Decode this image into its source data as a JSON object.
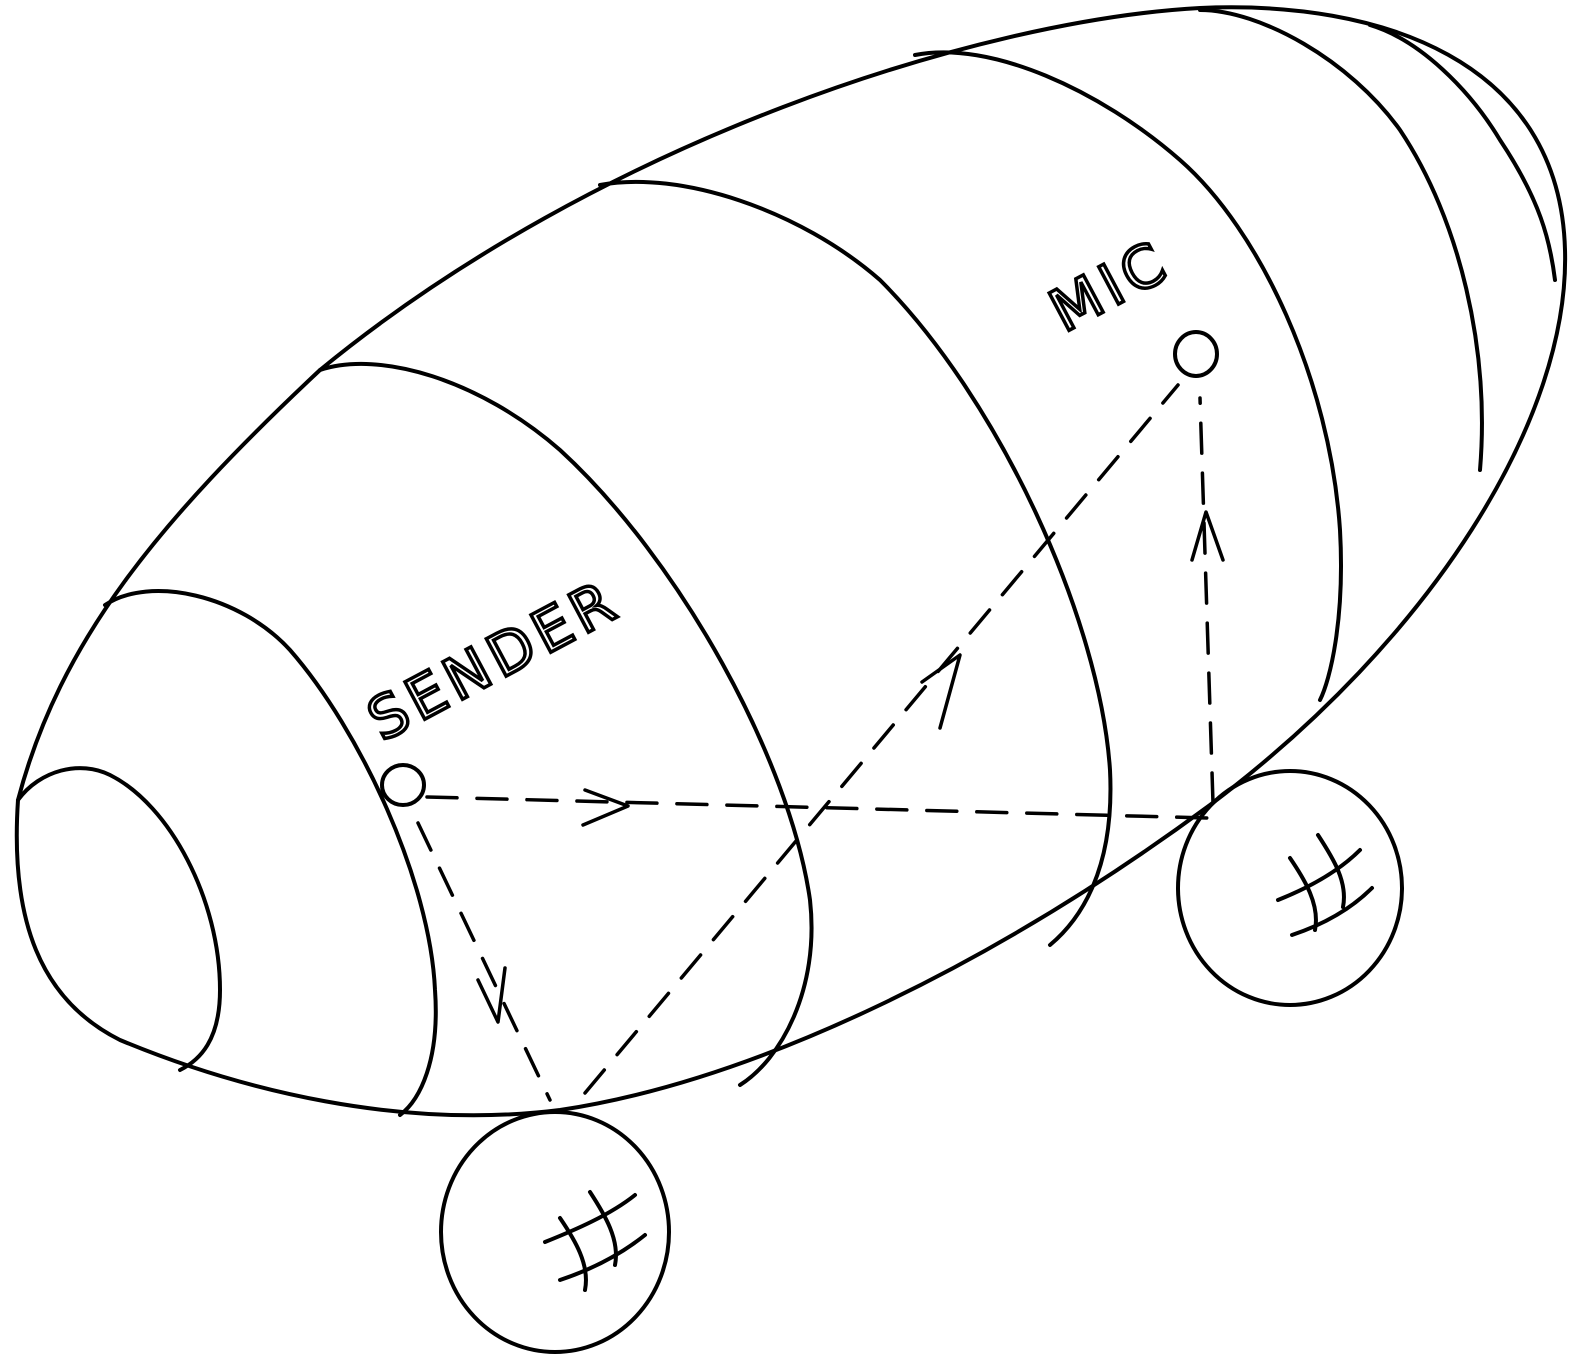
{
  "labels": {
    "sender": "SENDER",
    "mic": "MIC"
  },
  "colors": {
    "ink": "#000000",
    "paper": "#ffffff"
  },
  "icons": {
    "sender_point": "circle-outline",
    "mic_point": "circle-outline",
    "hash_mark": "hash-glyph"
  }
}
